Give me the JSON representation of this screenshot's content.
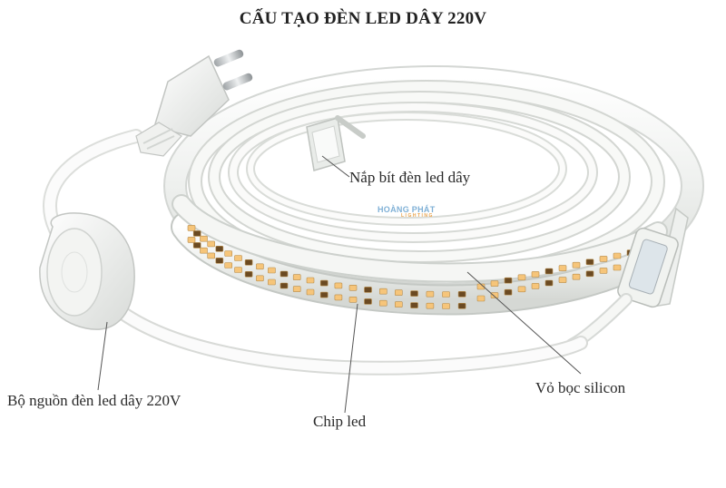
{
  "title": "CẤU TẠO ĐÈN LED DÂY 220V",
  "labels": {
    "end_cap": "Nắp bít đèn led dây",
    "silicone_shell": "Vỏ bọc silicon",
    "led_chip": "Chip led",
    "power_supply": "Bộ nguồn đèn led dây 220V"
  },
  "watermark": {
    "brand": "HOÀNG PHÁT",
    "sub": "LIGHTING"
  },
  "colors": {
    "strip": "#f3f4f2",
    "strip_edge": "#c9ccc8",
    "chip": "#f6c57a",
    "chip_dark": "#6b4a22",
    "cable": "#fafafa",
    "leader": "#555555"
  }
}
